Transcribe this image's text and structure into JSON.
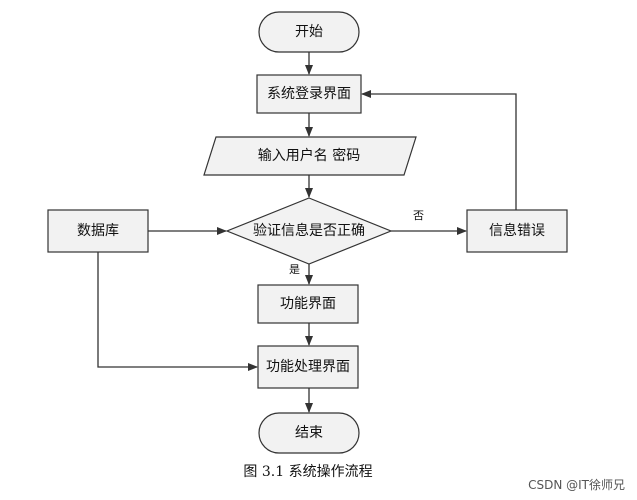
{
  "diagram": {
    "nodes": {
      "start": "开始",
      "login": "系统登录界面",
      "input": "输入用户名 密码",
      "verify": "验证信息是否正确",
      "database": "数据库",
      "error": "信息错误",
      "function": "功能界面",
      "process": "功能处理界面",
      "end": "结束"
    },
    "edge_labels": {
      "no": "否",
      "yes": "是"
    },
    "caption": "图 3.1   系统操作流程",
    "watermark": "CSDN @IT徐师兄"
  },
  "colors": {
    "node_fill": "#f2f2f2",
    "stroke": "#333333",
    "text": "#111111"
  }
}
